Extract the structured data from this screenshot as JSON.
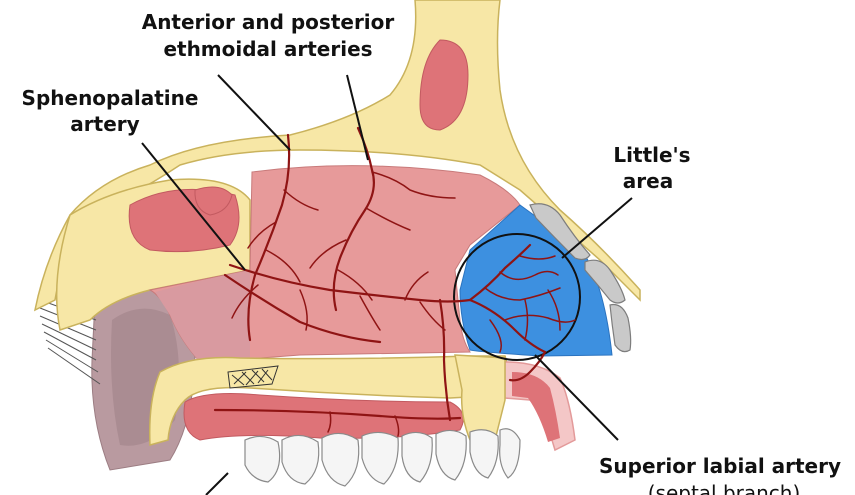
{
  "labels": {
    "ethmoidal_line1": "Anterior and posterior",
    "ethmoidal_line2": "ethmoidal arteries",
    "sphenopalatine_line1": "Sphenopalatine",
    "sphenopalatine_line2": "artery",
    "littles_line1": "Little's",
    "littles_line2": "area",
    "superior_labial": "Superior labial artery",
    "septal_branch": "(septal branch)"
  },
  "colors": {
    "bone": "#f7e7a6",
    "bone_outline": "#c9b25c",
    "mucosa": "#e79a9a",
    "mucosa_light": "#eeb2b2",
    "sinus": "#de7378",
    "artery": "#8f1414",
    "littles_area": "#3d90e0",
    "cartilage": "#c9c9c9"
  }
}
